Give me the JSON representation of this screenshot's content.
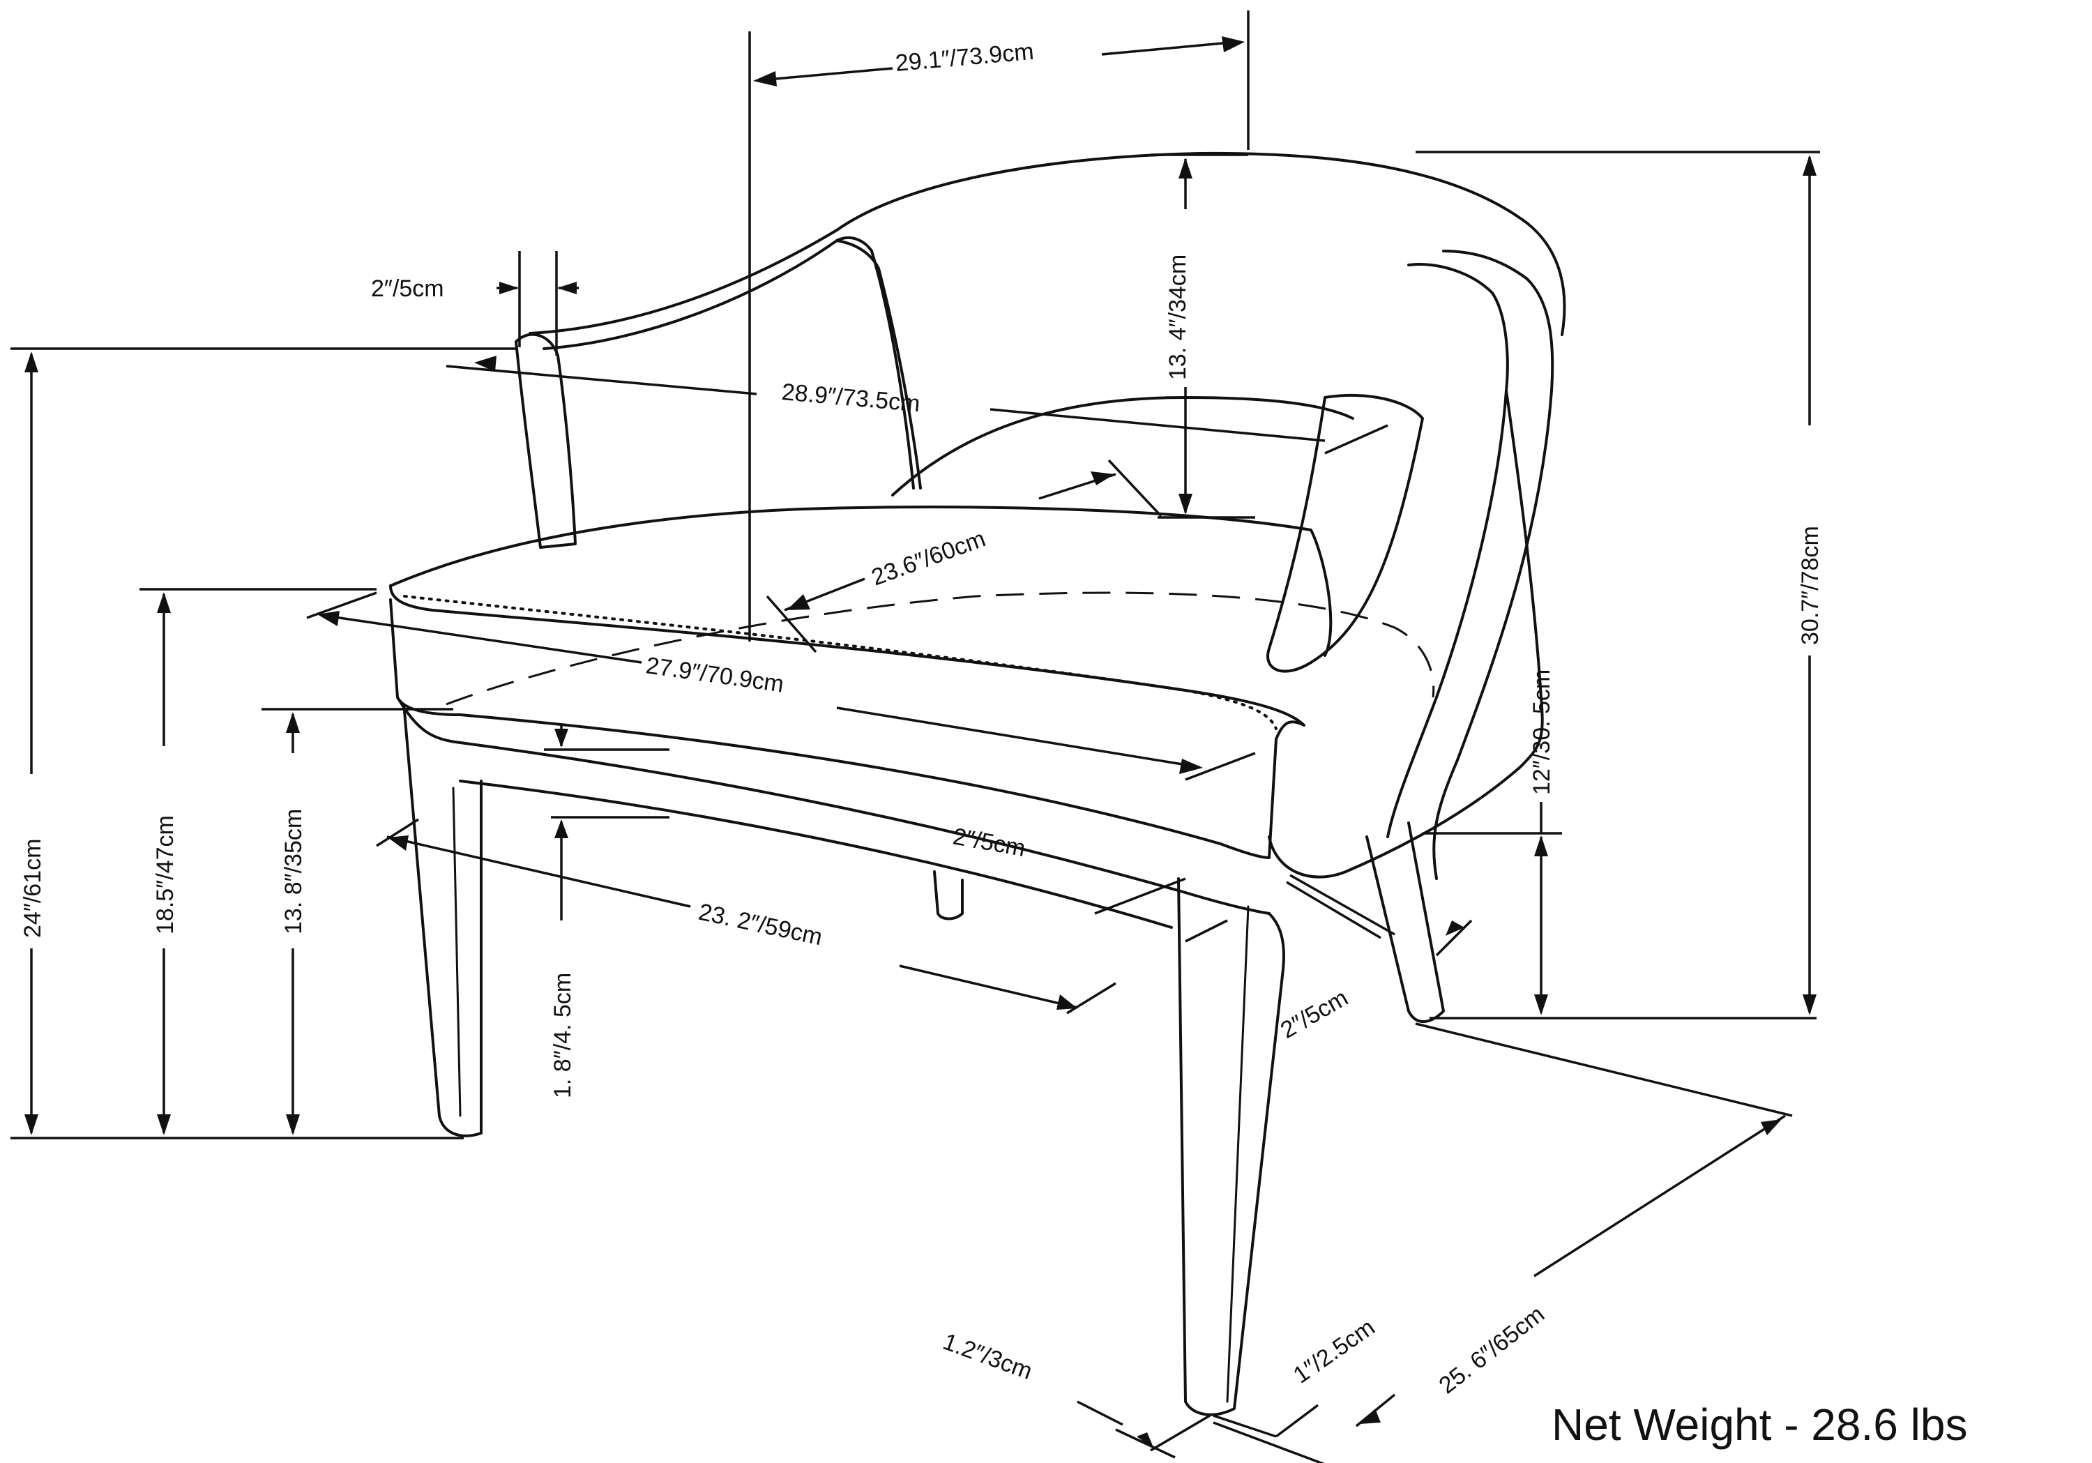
{
  "dimensions": {
    "overall_width": "29.1″/73.9cm",
    "arm_width_front": "28.9″/73.5cm",
    "arm_thickness": "2″/5cm",
    "back_height": "13. 4″/34cm",
    "overall_height": "30.7″/78cm",
    "seat_depth": "23.6″/60cm",
    "seat_width": "27.9″/70.9cm",
    "arm_height": "24″/61cm",
    "seat_height": "18.5″/47cm",
    "rail_height": "13. 8″/35cm",
    "leg_height": "12″/30. 5cm",
    "apron_height": "1. 8″/4. 5cm",
    "leg_width_side": "2″/5cm",
    "leg_spread": "23. 2″/59cm",
    "leg_width_back": "2″/5cm",
    "foot_width": "1.2″/3cm",
    "foot_depth": "1″/2.5cm",
    "overall_depth": "25. 6″/65cm"
  },
  "net_weight": "Net Weight - 28.6 lbs"
}
